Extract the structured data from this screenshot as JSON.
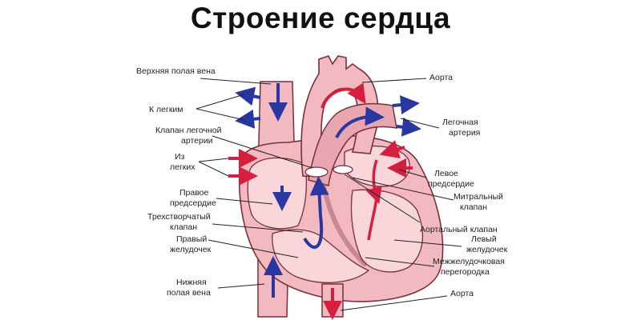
{
  "title": "Строение сердца",
  "colors": {
    "tissue": "#f3b9c0",
    "tissue_light": "#f8d6da",
    "outline": "#7a2f3a",
    "oxygen_rich": "#d61f3f",
    "oxygen_poor": "#2b37a0",
    "leader": "#222222"
  },
  "labels_left": {
    "svc": "Верхняя полая вена",
    "to_lungs": "К легким",
    "pulm_valve_1": "Клапан легочной",
    "pulm_valve_2": "артерии",
    "from_lungs_1": "Из",
    "from_lungs_2": "легких",
    "ra_1": "Правое",
    "ra_2": "предсердие",
    "tricuspid_1": "Трехстворчатый",
    "tricuspid_2": "клапан",
    "rv_1": "Правый",
    "rv_2": "желудочек",
    "ivc_1": "Нижняя",
    "ivc_2": "полая вена"
  },
  "labels_right": {
    "aorta_top": "Аорта",
    "pulm_artery_1": "Легочная",
    "pulm_artery_2": "артерия",
    "la_1": "Левое",
    "la_2": "предсердие",
    "mitral_1": "Митральный",
    "mitral_2": "клапан",
    "aortic_valve": "Аортальный клапан",
    "lv_1": "Левый",
    "lv_2": "желудочек",
    "septum_1": "Межжелудочковая",
    "septum_2": "перегородка",
    "aorta_bottom": "Аорта"
  }
}
